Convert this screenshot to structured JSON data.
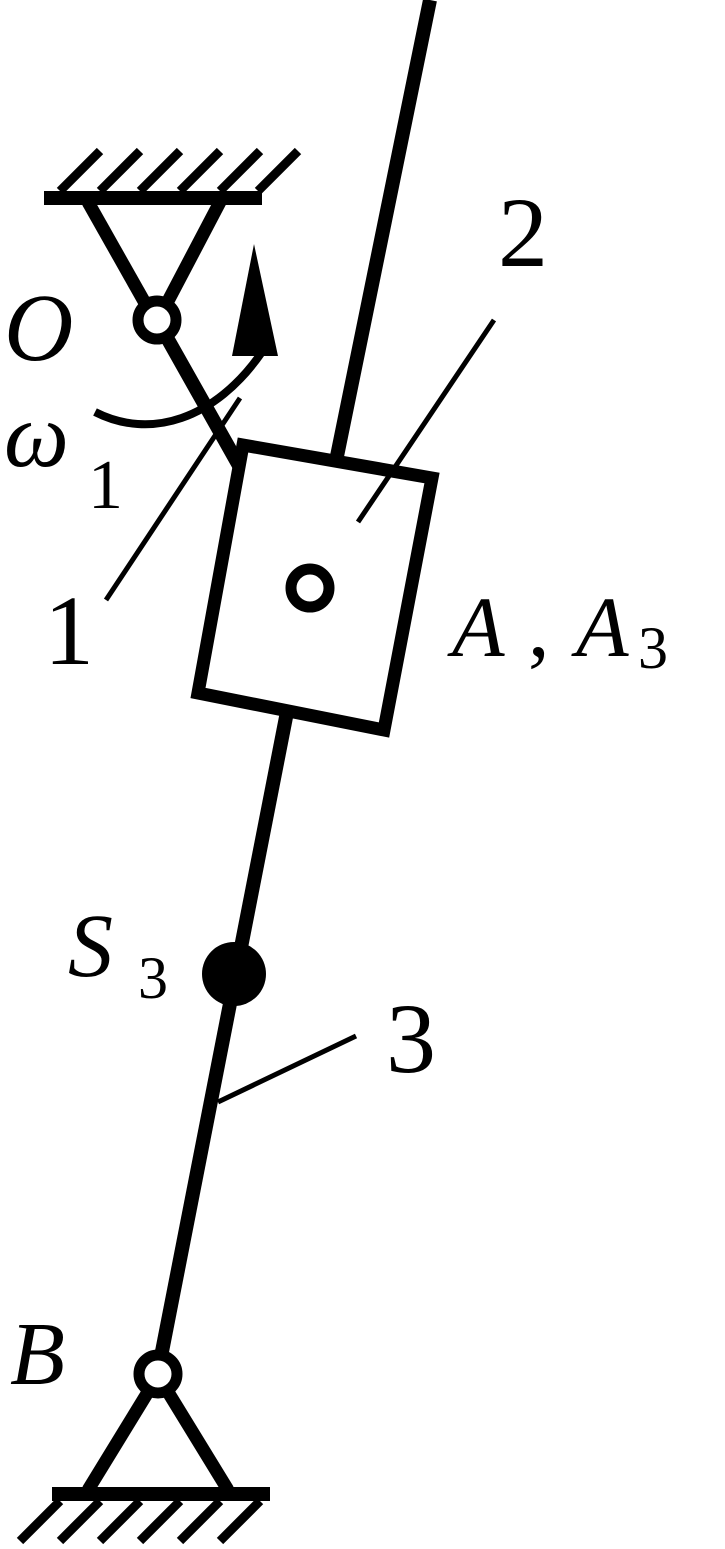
{
  "labels": {
    "pivot_o": "O",
    "omega": "ω",
    "omega_sub": "1",
    "link_1": "1",
    "link_2": "2",
    "link_3": "3",
    "point_a": "A",
    "comma": ",",
    "point_a3": "A",
    "point_a3_sub": "3",
    "center_s": "S",
    "center_s_sub": "3",
    "pivot_b": "B"
  },
  "colors": {
    "ink": "#000000",
    "background": "#ffffff"
  }
}
